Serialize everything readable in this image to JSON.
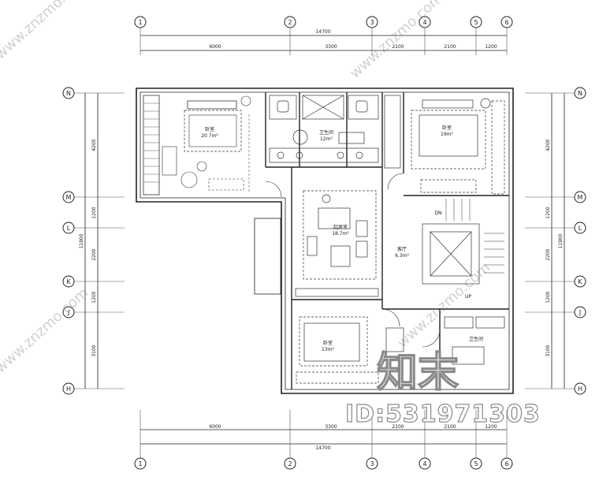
{
  "grid": {
    "columns": [
      "1",
      "2",
      "3",
      "4",
      "5",
      "6"
    ],
    "rows": [
      "N",
      "M",
      "L",
      "K",
      "J",
      "H"
    ]
  },
  "dimensions": {
    "top_total": "14700",
    "top_spans": [
      "6000",
      "3300",
      "2100",
      "2100",
      "1200"
    ],
    "bottom_total": "14700",
    "bottom_spans": [
      "6000",
      "3300",
      "2100",
      "2100",
      "1200"
    ],
    "left_spans": [
      "4200",
      "1200",
      "2200",
      "1200",
      "3100"
    ],
    "right_spans": [
      "4200",
      "1200",
      "2200",
      "1200",
      "3100"
    ],
    "left_total": "11900",
    "right_total": "11900"
  },
  "rooms": [
    {
      "name": "卧室",
      "area": "20.7m²"
    },
    {
      "name": "卫生间",
      "area": "12m²"
    },
    {
      "name": "卧室",
      "area": "19m²"
    },
    {
      "name": "起居室",
      "area": "18.7m²"
    },
    {
      "name": "客厅",
      "area": "6.3m²"
    },
    {
      "name": "卧室",
      "area": "13m²"
    },
    {
      "name": "卫生间",
      "area": ""
    }
  ],
  "labels": {
    "up": "UP",
    "dn": "DN"
  },
  "watermarks": {
    "brand": "知末",
    "id": "ID:531971303",
    "site": "www.znzmo.com"
  },
  "colors": {
    "line": "#222222",
    "dashed": "#444444",
    "watermark": "#8a8a8a"
  }
}
